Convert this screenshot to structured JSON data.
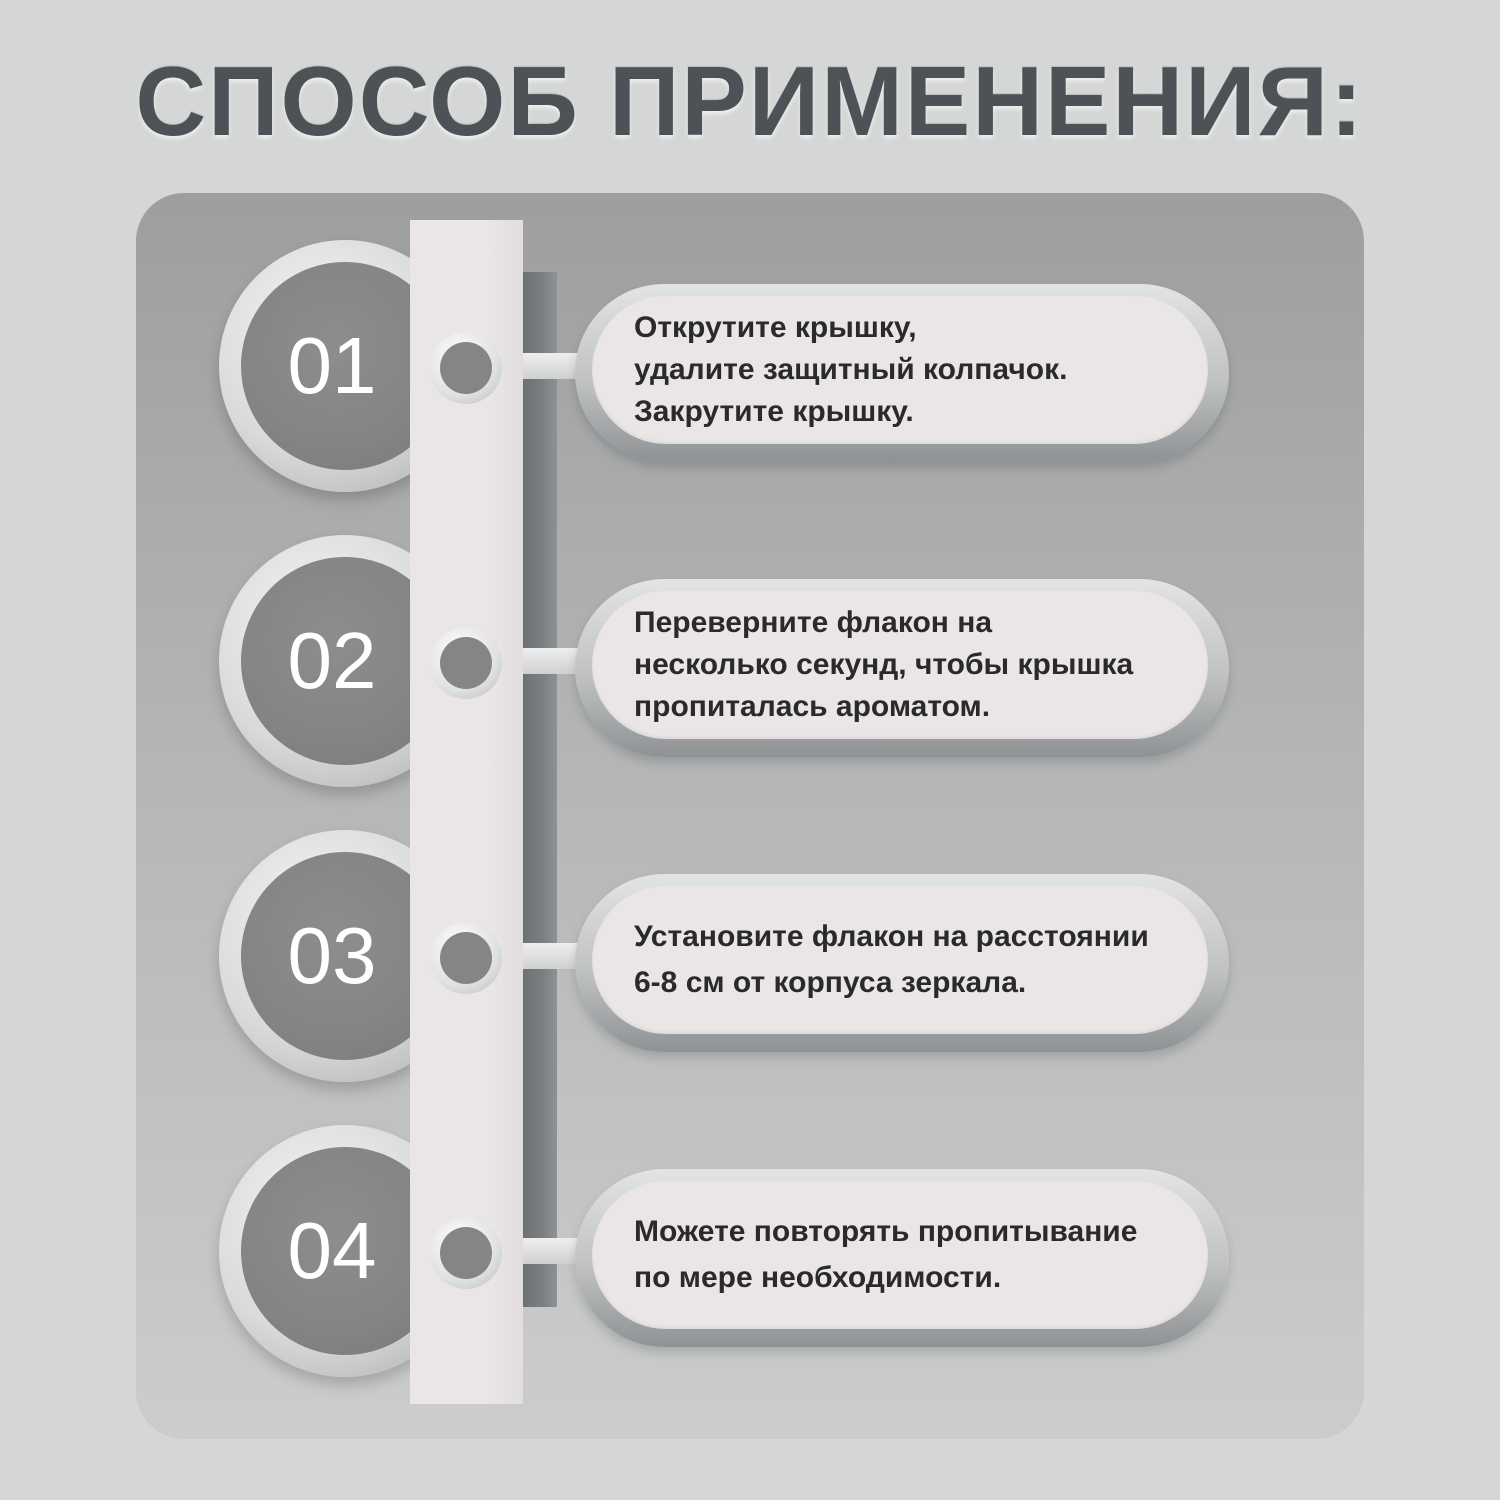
{
  "title": "СПОСОБ ПРИМЕНЕНИЯ:",
  "steps": [
    {
      "number": "01",
      "lines": [
        "Открутите крышку,",
        "удалите защитный колпачок.",
        "Закрутите крышку."
      ]
    },
    {
      "number": "02",
      "lines": [
        "Переверните флакон на",
        "несколько секунд, чтобы крышка",
        "пропиталась ароматом."
      ]
    },
    {
      "number": "03",
      "lines": [
        "Установите флакон на расстоянии",
        "6-8 см от корпуса зеркала."
      ]
    },
    {
      "number": "04",
      "lines": [
        "Можете повторять пропитывание",
        "по мере необходимости."
      ]
    }
  ],
  "colors": {
    "background": "#d5d7d7",
    "title": "#4e5256",
    "disc": "#858585",
    "pill": "#eae6e6",
    "spine": "#eae6e6",
    "text": "#2a2a2a"
  }
}
